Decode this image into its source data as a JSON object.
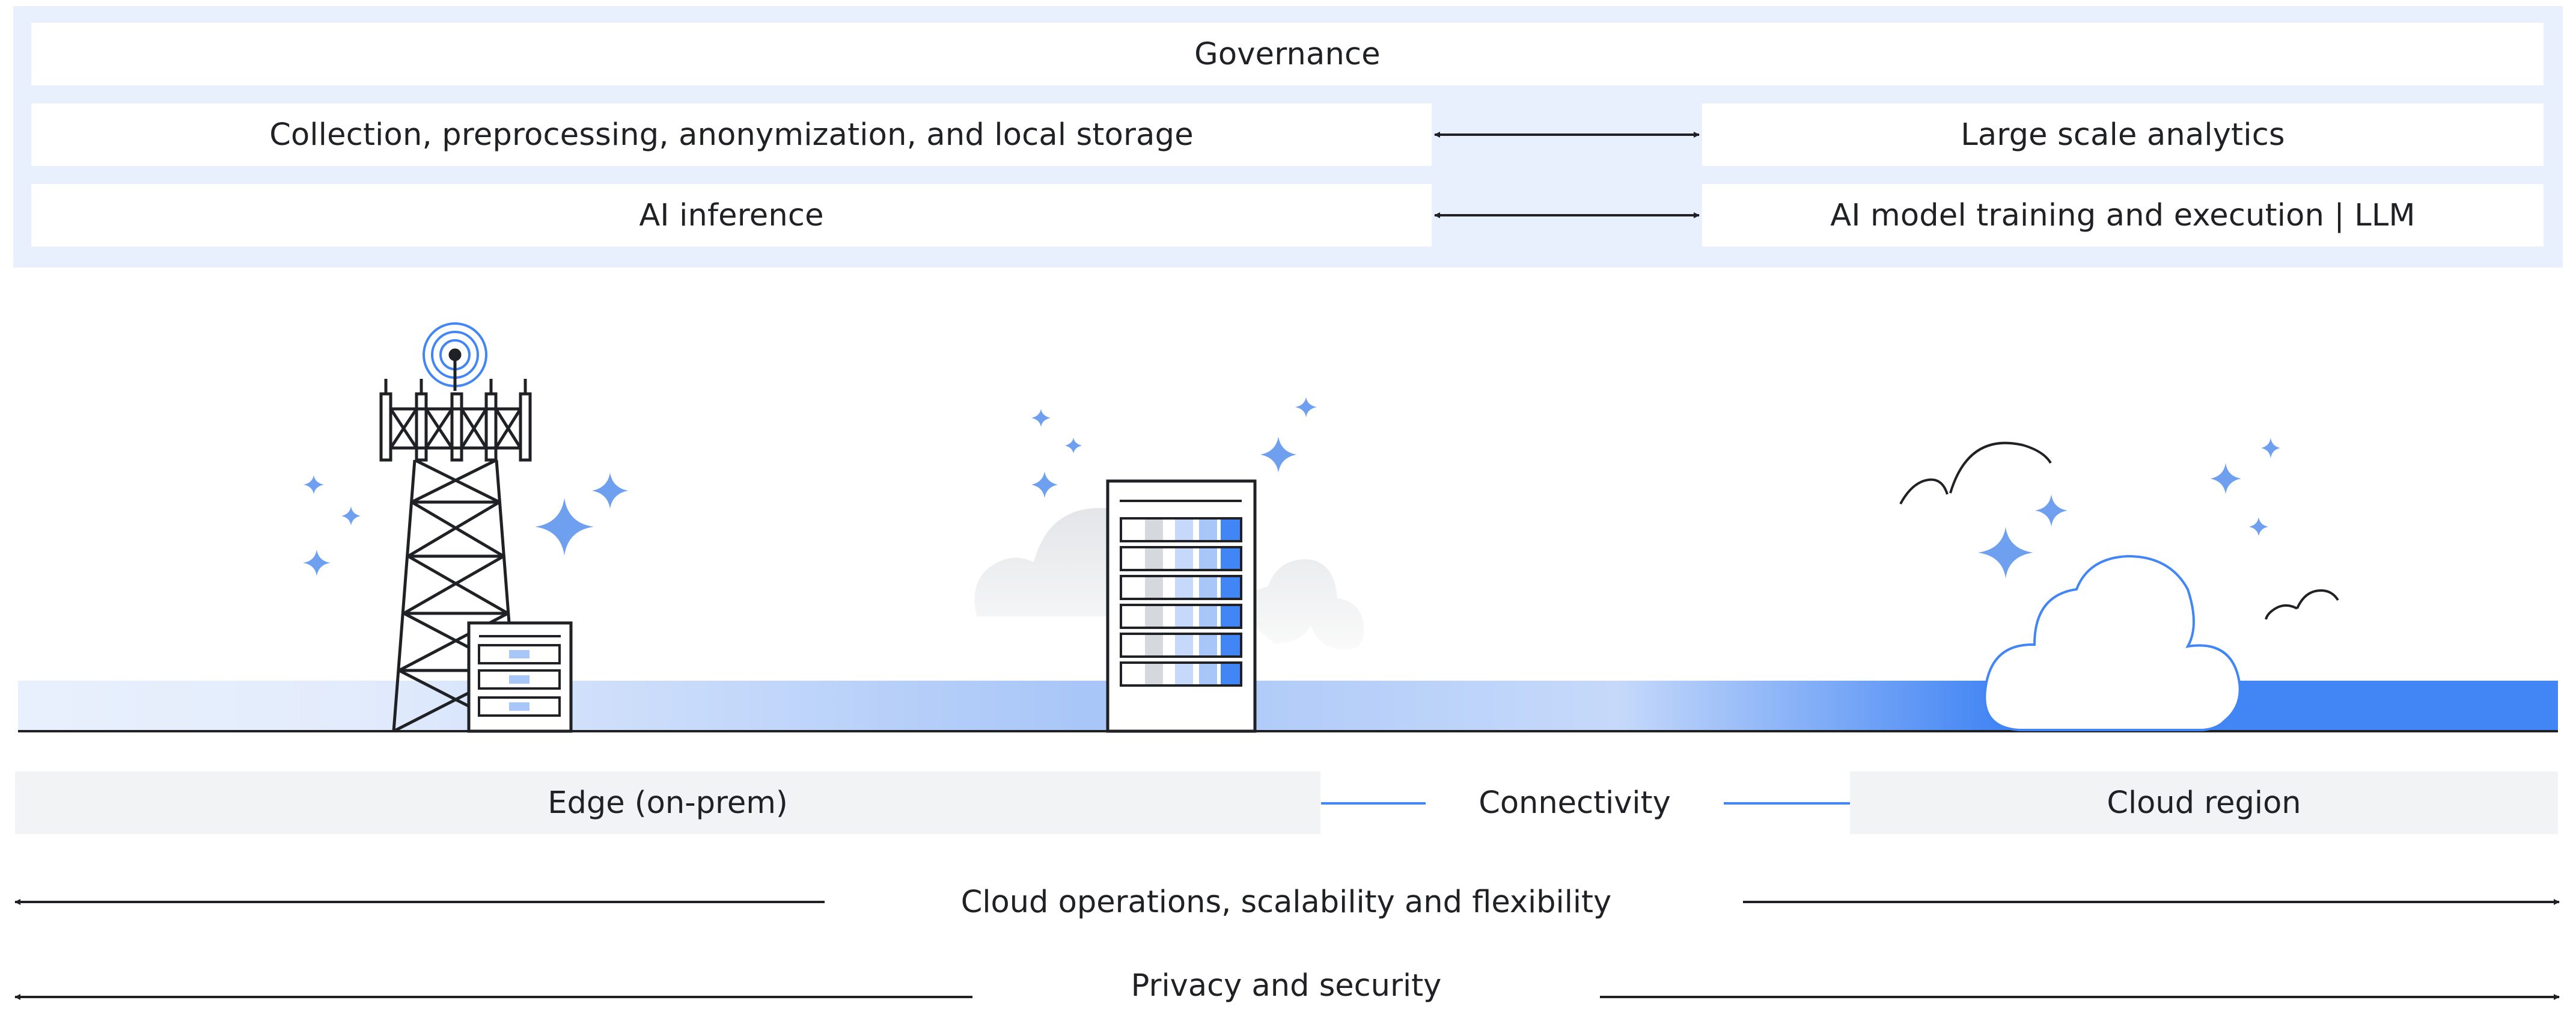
{
  "governance": {
    "title": "Governance",
    "rows": [
      {
        "left": "Collection, preprocessing, anonymization, and local storage",
        "right": "Large scale analytics"
      },
      {
        "left": "AI inference",
        "right": "AI model training and execution | LLM"
      }
    ]
  },
  "locations": {
    "edge": "Edge (on-prem)",
    "connectivity": "Connectivity",
    "cloud": "Cloud region"
  },
  "spans": {
    "operations": "Cloud operations, scalability and flexibility",
    "privacy": "Privacy and security"
  },
  "colors": {
    "panel": "#e8f0fd",
    "accent_blue": "#4285f4",
    "sparkle_blue": "#6fa0f0",
    "light_gray": "#f1f3f4",
    "line": "#202124"
  },
  "icons": {
    "edge": "cell-tower-icon",
    "edge_server": "server-rack-icon",
    "connectivity_server": "server-rack-icon",
    "cloud": "cloud-icon"
  }
}
